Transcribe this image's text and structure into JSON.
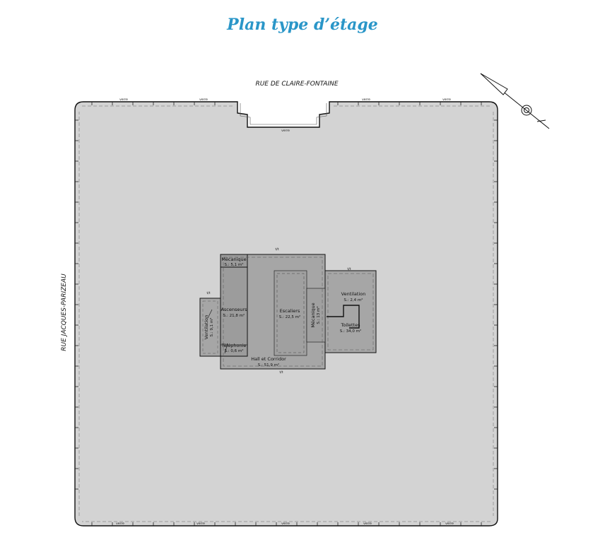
{
  "title": "Plan type d’étage",
  "streets": {
    "north": "RUE DE CLAIRE-FONTAINE",
    "west": "RUE JACQUES-PARIZEAU"
  },
  "wall_labels": {
    "glass": "verre",
    "hatch": "t/t"
  },
  "rooms": {
    "mecanique_top": {
      "name": "Mécanique",
      "area": "S.: 5,1 m²"
    },
    "ascenseurs": {
      "name": "Ascenseurs",
      "area": "S.: 21,8 m²"
    },
    "escaliers": {
      "name": "Escaliers",
      "area": "S.: 22,5 m²"
    },
    "mecanique_mid": {
      "name": "Mécanique",
      "area": "S.: 13 m²"
    },
    "ventilation_left": {
      "name": "Ventilation",
      "area": "S.: 9,1 m²"
    },
    "telephonie": {
      "name": "Téléphonie",
      "area": "S.: 0,6 m²"
    },
    "hall_corridor": {
      "name": "Hall et Corridor",
      "area": "S.: 51,9 m²"
    },
    "ventilation_right": {
      "name": "Ventilation",
      "area": "S.: 2,4 m²"
    },
    "toilettes": {
      "name": "Toilettes",
      "area": "S.: 34,0 m²"
    }
  },
  "colors": {
    "title": "#2a96c8",
    "floor": "#d3d3d3",
    "core": "#a6a6a6",
    "core_dark": "#969696",
    "line": "#111111"
  },
  "icons": [
    "north-arrow-icon"
  ]
}
